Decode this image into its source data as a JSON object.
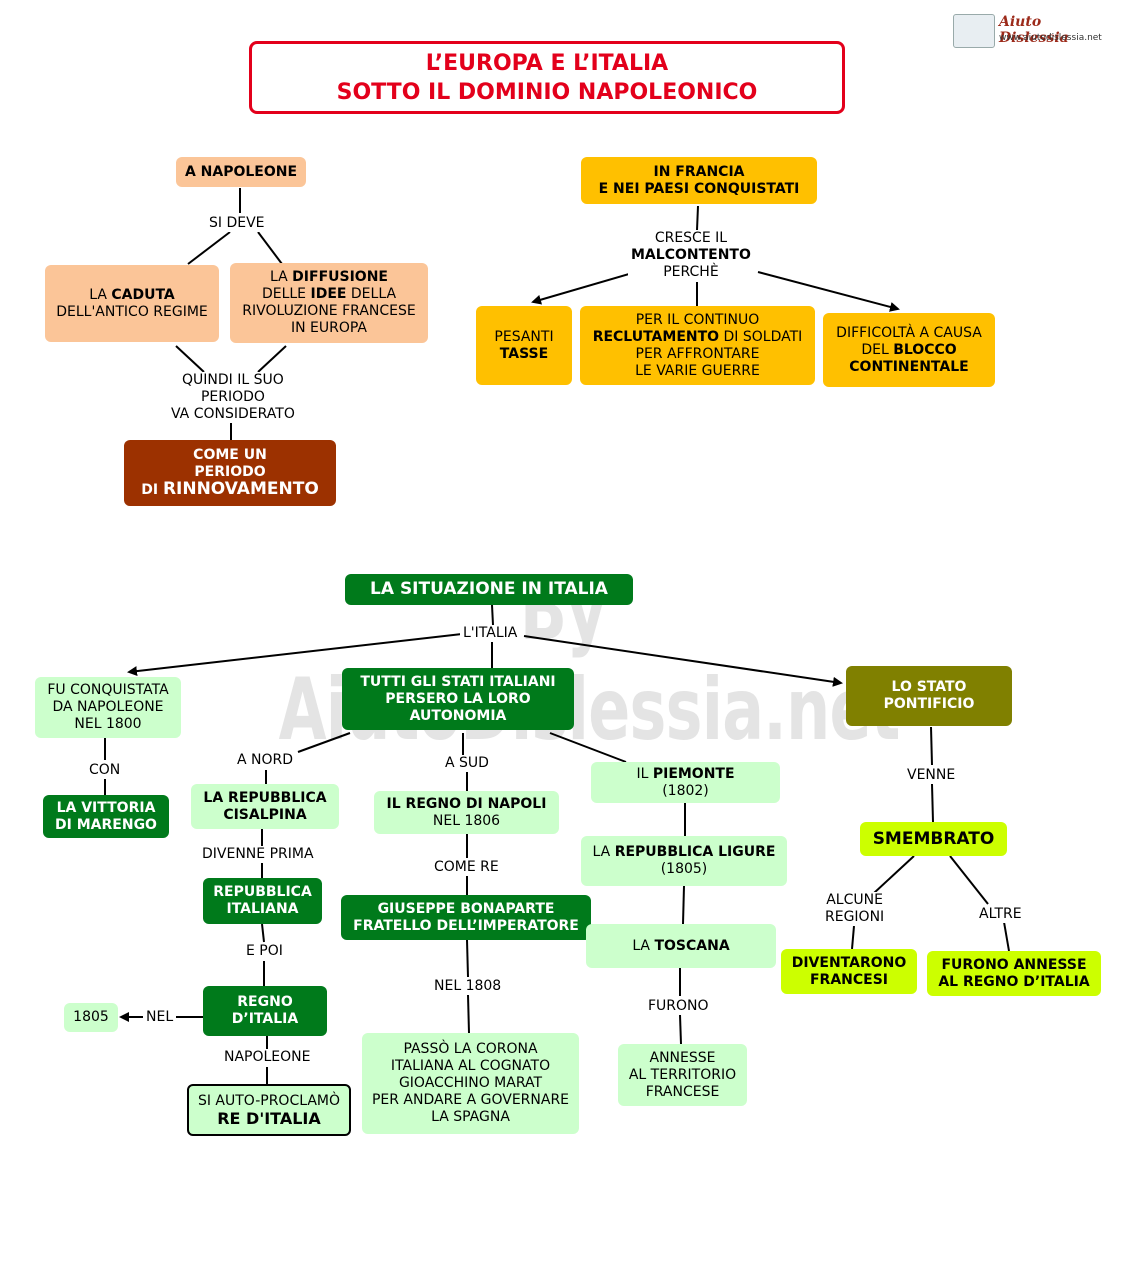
{
  "logo": {
    "name": "Aiuto Dislessia",
    "url": "www.aiutodislessia.net"
  },
  "title": {
    "line1": "L’EUROPA E L’ITALIA",
    "line2": "SOTTO IL DOMINIO NAPOLEONICO"
  },
  "watermark": "By AiutoDislessia.net",
  "napoleone": {
    "root": "A NAPOLEONE",
    "link1": "SI DEVE",
    "caduta": {
      "pre": "LA ",
      "bold": "CADUTA",
      "rest": "DELL'ANTICO REGIME"
    },
    "diffusione": {
      "pre": "LA ",
      "bold1": "DIFFUSIONE",
      "mid": "DELLE ",
      "bold2": "IDEE",
      "mid2": " DELLA",
      "line3": "RIVOLUZIONE FRANCESE",
      "line4": "IN EUROPA"
    },
    "link2": {
      "l1": "QUINDI IL SUO",
      "l2": "PERIODO",
      "l3": "VA CONSIDERATO"
    },
    "rinnovamento": {
      "l1": "COME UN",
      "l2": "PERIODO",
      "pre": "DI ",
      "bold": "RINNOVAMENTO"
    }
  },
  "francia": {
    "root": {
      "l1": "IN FRANCIA",
      "l2": "E NEI PAESI  CONQUISTATI"
    },
    "link": {
      "l1": "CRESCE IL",
      "bold": "MALCONTENTO",
      "l3": "PERCHÈ"
    },
    "tasse": {
      "l1": "PESANTI",
      "bold": "TASSE"
    },
    "reclutamento": {
      "l1": "PER IL CONTINUO",
      "bold": "RECLUTAMENTO",
      "rest": " DI SOLDATI",
      "l3": "PER AFFRONTARE",
      "l4": "LE VARIE GUERRE"
    },
    "blocco": {
      "l1": "DIFFICOLTÀ A CAUSA",
      "pre": "DEL ",
      "bold": "BLOCCO",
      "l3": "CONTINENTALE"
    }
  },
  "italia": {
    "root": "LA SITUAZIONE IN ITALIA",
    "link": "L'ITALIA",
    "conquistata": {
      "l1": "FU CONQUISTATA",
      "l2": "DA NAPOLEONE",
      "l3": "NEL 1800"
    },
    "con": "CON",
    "marengo": {
      "l1": "LA VITTORIA",
      "l2": "DI MARENGO"
    },
    "stati": {
      "l1": "TUTTI GLI STATI ITALIANI",
      "l2": "PERSERO LA LORO",
      "l3": "AUTONOMIA"
    },
    "pontificio": {
      "l1": "LO STATO",
      "l2": "PONTIFICIO"
    },
    "nord": {
      "link": "A NORD",
      "cisalpina": {
        "l1": "LA REPUBBLICA",
        "l2": "CISALPINA"
      },
      "divenne": "DIVENNE PRIMA",
      "repubblica": {
        "l1": "REPUBBLICA",
        "l2": "ITALIANA"
      },
      "epoi": "E POI",
      "regno": {
        "l1": "REGNO",
        "l2": "D’ITALIA"
      },
      "nel": "NEL",
      "anno": "1805",
      "napoleone": "NAPOLEONE",
      "re": {
        "l1": "SI AUTO-PROCLAMÒ",
        "bold": "RE D'ITALIA"
      }
    },
    "sud": {
      "link": "A SUD",
      "napoli": {
        "bold": "IL REGNO DI NAPOLI",
        "l2": "NEL 1806"
      },
      "comere": "COME RE",
      "giuseppe": {
        "l1": "GIUSEPPE BONAPARTE",
        "l2": "FRATELLO DELL’IMPERATORE"
      },
      "nel1808": "NEL 1808",
      "corona": {
        "l1": "PASSÒ LA CORONA",
        "l2": "ITALIANA AL COGNATO",
        "l3": "GIOACCHINO MARAT",
        "l4": "PER ANDARE A GOVERNARE",
        "l5": "LA SPAGNA"
      }
    },
    "ovest": {
      "piemonte": {
        "pre": "IL ",
        "bold": "PIEMONTE",
        "l2": "(1802)"
      },
      "liguria": {
        "pre": "LA ",
        "bold": "REPUBBLICA LIGURE",
        "l2": "(1805)"
      },
      "toscana": {
        "pre": "LA ",
        "bold": "TOSCANA"
      },
      "furono": "FURONO",
      "annesse": {
        "l1": "ANNESSE",
        "l2": "AL TERRITORIO",
        "l3": "FRANCESE"
      }
    },
    "stato": {
      "venne": "VENNE",
      "smembrato": "SMEMBRATO",
      "alcune": {
        "l1": "ALCUNE",
        "l2": "REGIONI"
      },
      "altre": "ALTRE",
      "francesi": {
        "l1": "DIVENTARONO",
        "l2": "FRANCESI"
      },
      "annesse": {
        "l1": "FURONO ANNESSE",
        "l2": "AL REGNO D’ITALIA"
      }
    }
  },
  "colors": {
    "title": "#e3001b",
    "peach": "#fbc598",
    "gold": "#ffc000",
    "brown": "#9c3100",
    "dark_green": "#007a1b",
    "light_green": "#ccffcc",
    "olive": "#808000",
    "lime": "#ccff00"
  }
}
